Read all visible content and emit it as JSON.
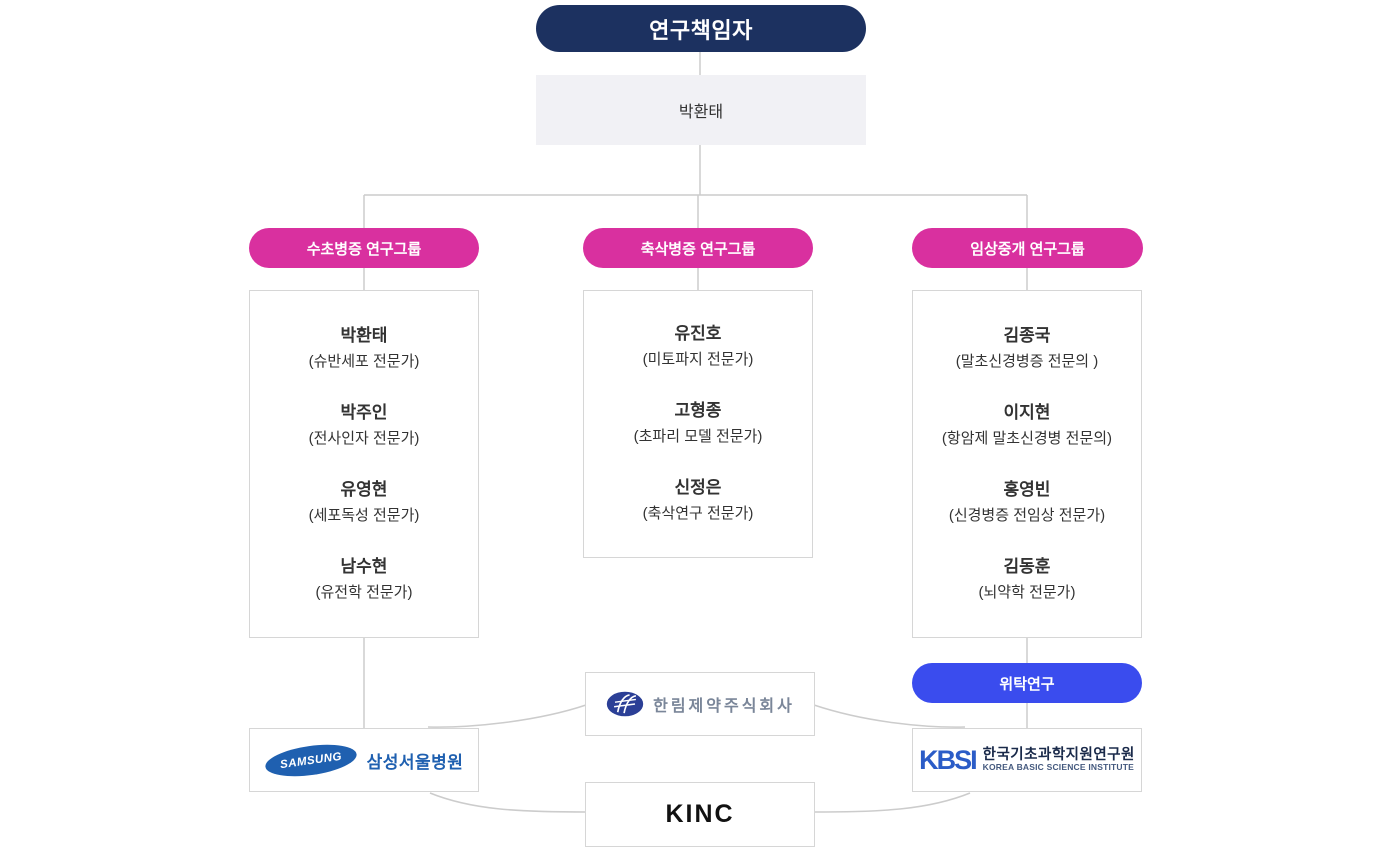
{
  "colors": {
    "director_navy": "#1c3160",
    "group_magenta": "#d9309f",
    "consign_blue": "#3a4cee",
    "lead_box_bg": "#f1f1f5",
    "connector_line": "#cccccc",
    "box_border": "#d6d6d6",
    "text_dark": "#333333",
    "samsung_blue": "#1f60b0",
    "kbsi_blue": "#2b5cc7",
    "hanlim_emblem_blue": "#2b3f96"
  },
  "header": {
    "title": "연구책임자",
    "lead_name": "박환태"
  },
  "groups": [
    {
      "label": "수초병증 연구그룹",
      "members": [
        {
          "name": "박환태",
          "role": "(슈반세포 전문가)"
        },
        {
          "name": "박주인",
          "role": "(전사인자 전문가)"
        },
        {
          "name": "유영현",
          "role": "(세포독성 전문가)"
        },
        {
          "name": "남수현",
          "role": "(유전학 전문가)"
        }
      ]
    },
    {
      "label": "축삭병증 연구그룹",
      "members": [
        {
          "name": "유진호",
          "role": "(미토파지 전문가)"
        },
        {
          "name": "고형종",
          "role": "(초파리 모델 전문가)"
        },
        {
          "name": "신정은",
          "role": "(축삭연구 전문가)"
        }
      ]
    },
    {
      "label": "임상중개 연구그룹",
      "members": [
        {
          "name": "김종국",
          "role": "(말초신경병증 전문의 )"
        },
        {
          "name": "이지현",
          "role": "(항암제 말초신경병 전문의)"
        },
        {
          "name": "홍영빈",
          "role": "(신경병증 전임상 전문가)"
        },
        {
          "name": "김동훈",
          "role": "(뇌약학 전문가)"
        }
      ]
    }
  ],
  "consignment": {
    "label": "위탁연구"
  },
  "partners": {
    "hanlim": {
      "name": "한림제약주식회사"
    },
    "samsung": {
      "brand": "SAMSUNG",
      "name": "삼성서울병원"
    },
    "kbsi": {
      "brand": "KBSI",
      "name": "한국기초과학지원연구원",
      "subtitle": "KOREA BASIC SCIENCE INSTITUTE"
    },
    "kinc": {
      "name": "KINC"
    }
  }
}
